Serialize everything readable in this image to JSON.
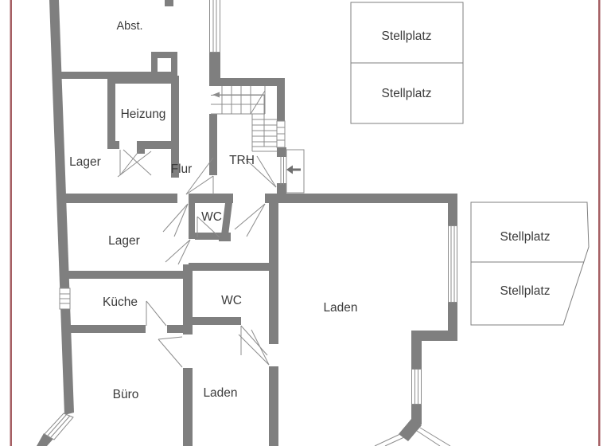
{
  "plan": {
    "wall_color": "#7f7f7f",
    "line_color": "#8c8c8c",
    "arrow_color": "#6f6f6f",
    "text_color": "#3b3b3b",
    "frame_color": "#a55f63",
    "rooms": {
      "abst": "Abst.",
      "heizung": "Heizung",
      "lager_top": "Lager",
      "flur": "Flur",
      "trh": "TRH",
      "wc_upper": "WC",
      "lager_mid": "Lager",
      "kueche": "Küche",
      "wc_lower": "WC",
      "laden_main": "Laden",
      "buero": "Büro",
      "laden_bottom": "Laden"
    },
    "parking_spaces": [
      "Stellplatz",
      "Stellplatz",
      "Stellplatz",
      "Stellplatz"
    ]
  }
}
